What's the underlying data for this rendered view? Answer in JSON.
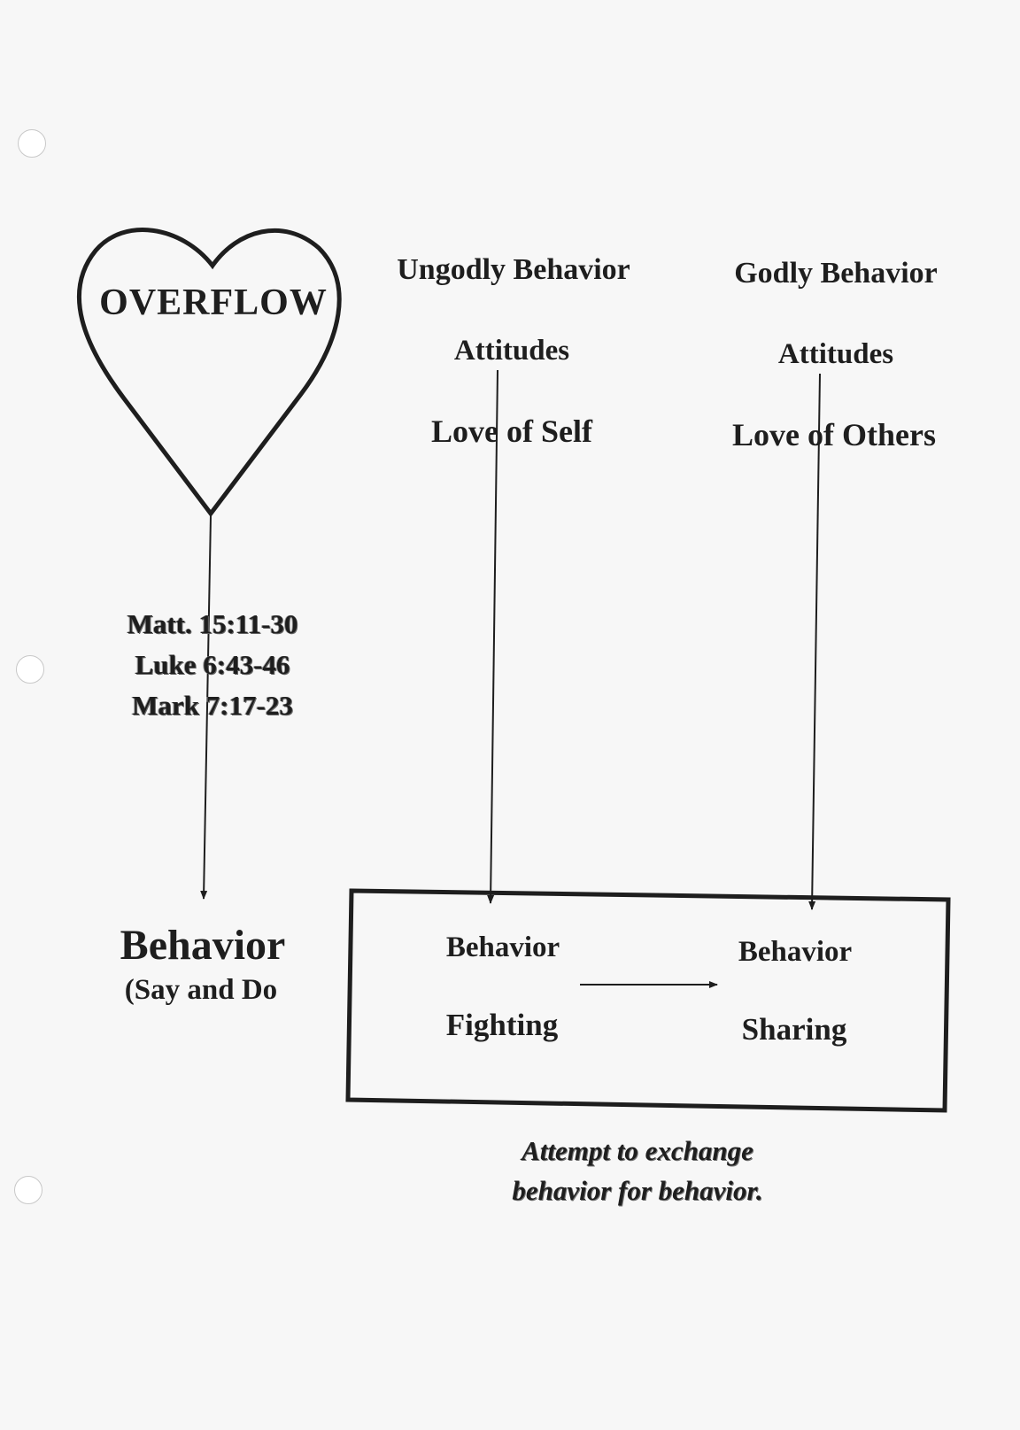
{
  "heart": {
    "label": "OVERFLOW"
  },
  "scriptures": [
    "Matt. 15:11-30",
    "Luke 6:43-46",
    "Mark 7:17-23"
  ],
  "left_outcome": {
    "title": "Behavior",
    "subtitle": "(Say and Do"
  },
  "ungodly": {
    "header": "Ungodly Behavior",
    "attitude_label": "Attitudes",
    "attitude": "Love of Self",
    "box_behavior_label": "Behavior",
    "box_behavior": "Fighting"
  },
  "godly": {
    "header": "Godly Behavior",
    "attitude_label": "Attitudes",
    "attitude": "Love of Others",
    "box_behavior_label": "Behavior",
    "box_behavior": "Sharing"
  },
  "caption": [
    "Attempt to exchange",
    "behavior for behavior."
  ],
  "colors": {
    "ink": "#1e1e1e",
    "paper": "#f7f7f7"
  }
}
